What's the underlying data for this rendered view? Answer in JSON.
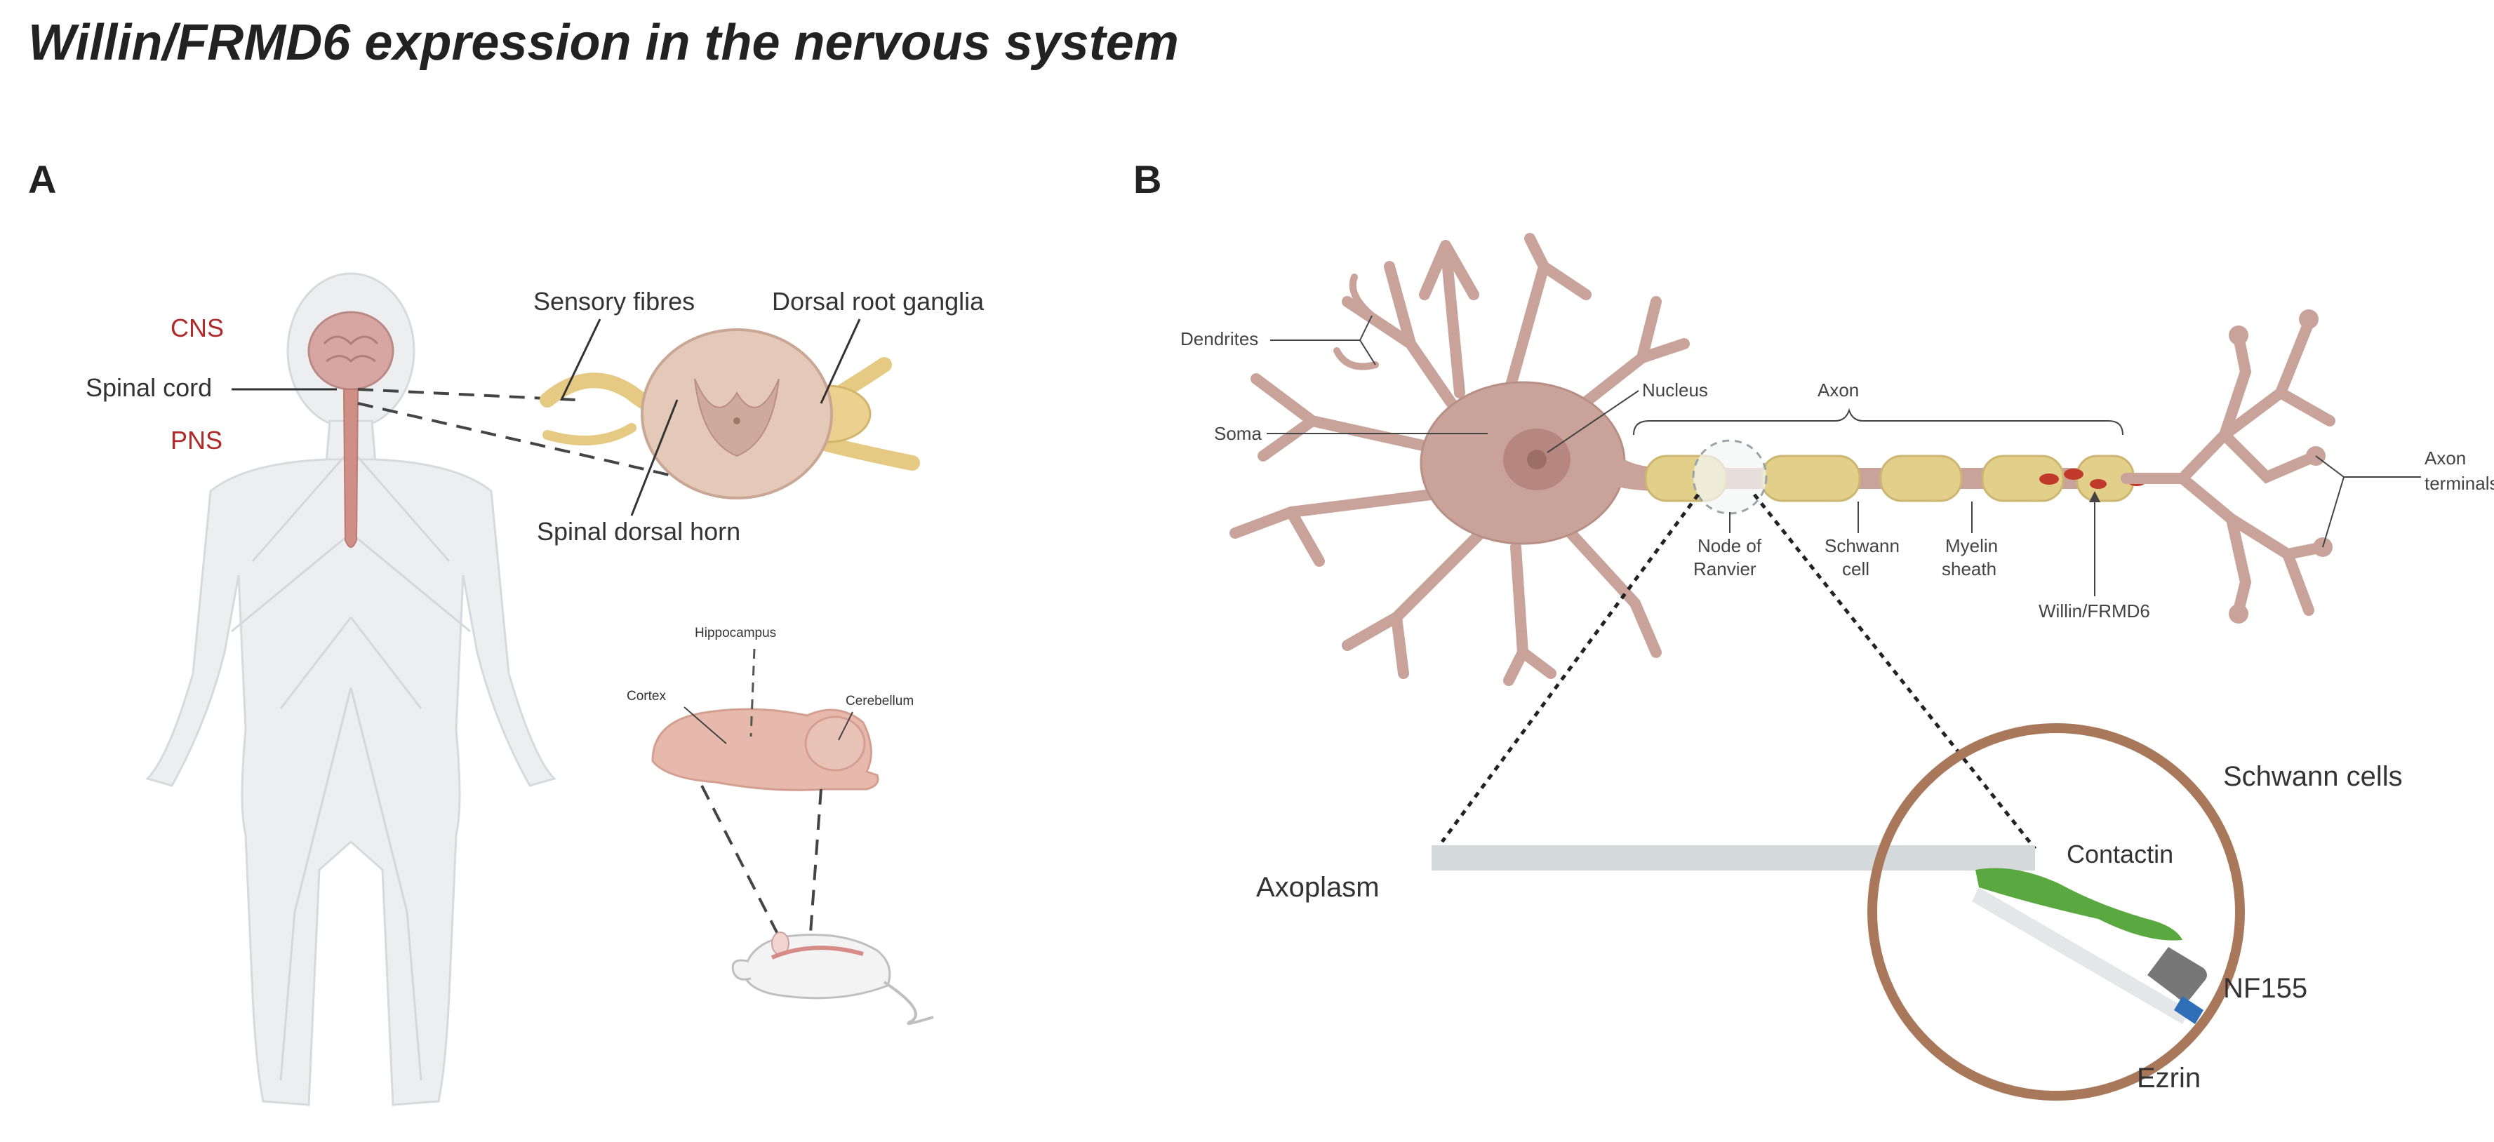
{
  "title": "Willin/FRMD6 expression in the nervous system",
  "panel_a": {
    "letter": "A",
    "cns": "CNS",
    "pns": "PNS",
    "spinal_cord": "Spinal cord",
    "sensory_fibres": "Sensory fibres",
    "dorsal_root_ganglia": "Dorsal root ganglia",
    "spinal_dorsal_horn": "Spinal dorsal horn",
    "hippocampus": "Hippocampus",
    "cortex": "Cortex",
    "cerebellum": "Cerebellum"
  },
  "panel_b": {
    "letter": "B",
    "dendrites": "Dendrites",
    "soma": "Soma",
    "nucleus": "Nucleus",
    "axon": "Axon",
    "node_of_ranvier_1": "Node of",
    "node_of_ranvier_2": "Ranvier",
    "schwann_cell_1": "Schwann",
    "schwann_cell_2": "cell",
    "myelin_sheath_1": "Myelin",
    "myelin_sheath_2": "sheath",
    "willin_frmd6": "Willin/FRMD6",
    "axon_terminals_1": "Axon",
    "axon_terminals_2": "terminals",
    "schwann_cells": "Schwann cells",
    "axoplasm": "Axoplasm",
    "contactin": "Contactin",
    "nf155": "NF155",
    "ezrin": "Ezrin"
  },
  "colors": {
    "label_red": "#b02a2a",
    "neuron": "#c9a39a",
    "myelin": "#e2cf8a",
    "willin": "#c0392b",
    "contactin": "#5aa840",
    "nf155": "#777777",
    "ezrin": "#2f6fb8",
    "schwann_ring": "#a9775a",
    "axoplasm": "#d4d9dc"
  }
}
